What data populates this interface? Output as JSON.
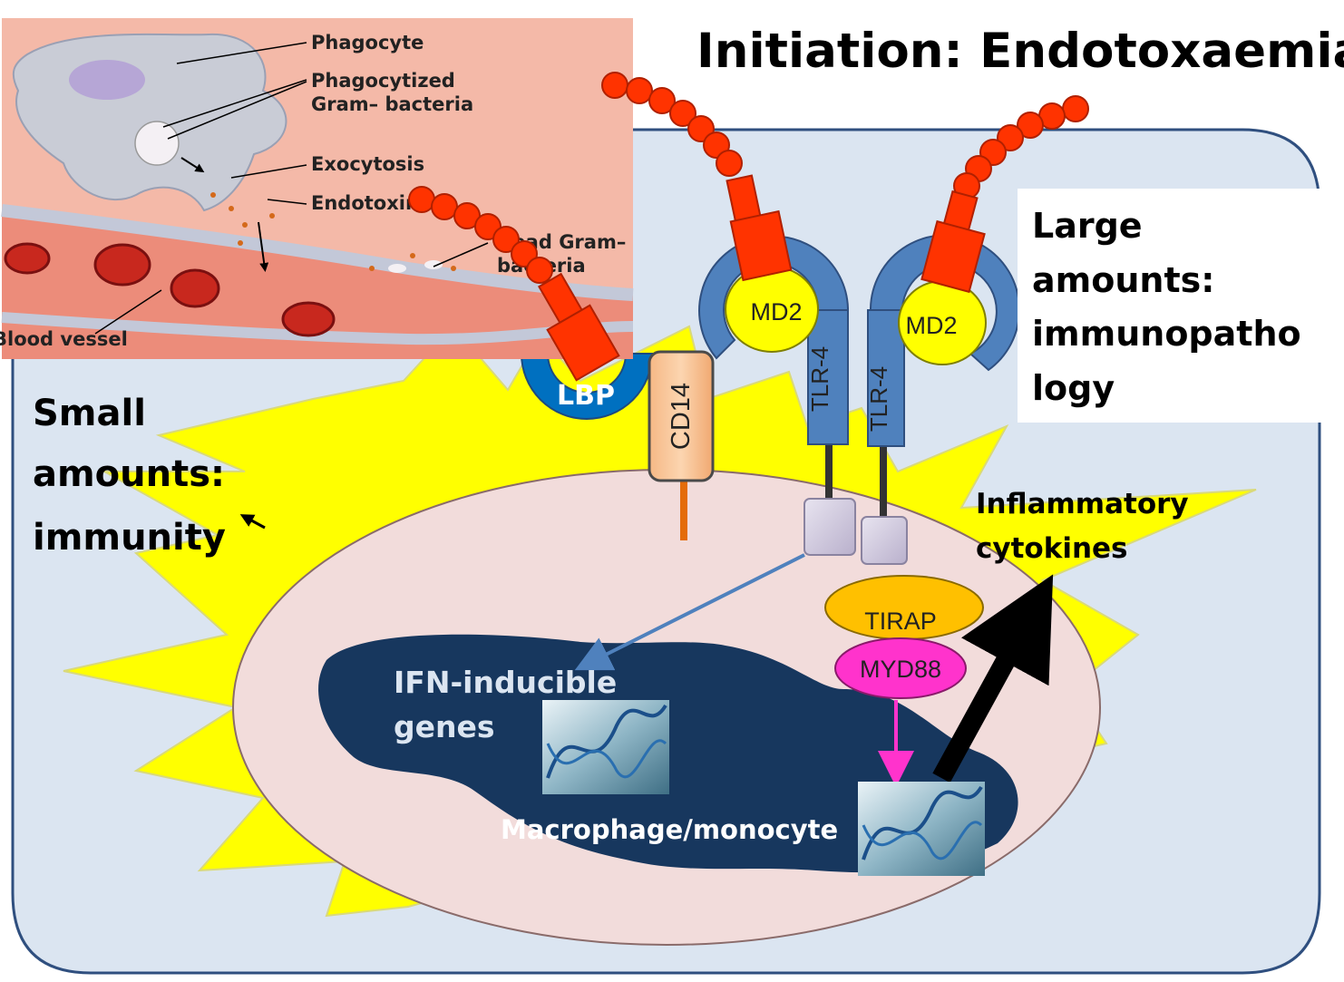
{
  "title": "Initiation: Endotoxaemia",
  "inset": {
    "phagocyte": "Phagocyte",
    "phagocytized_line1": "Phagocytized",
    "phagocytized_line2": "Gram– bacteria",
    "exocytosis": "Exocytosis",
    "endotoxin": "Endotoxin",
    "dead_line1": "Dead Gram–",
    "dead_line2": "bacteria",
    "blood_vessel": "Blood vessel"
  },
  "small_amounts": {
    "line1": "Small",
    "line2": "amounts:",
    "line3": "immunity"
  },
  "large_amounts": {
    "line1": "Large",
    "line2": "amounts:",
    "line3": "immunopatho",
    "line4": "logy"
  },
  "receptors": {
    "lbp": "LBP",
    "cd14": "CD14",
    "md2_left": "MD2",
    "md2_right": "MD2",
    "tlr4_left": "TLR-4",
    "tlr4_right": "TLR-4",
    "tirap": "TIRAP",
    "myd88": "MYD88"
  },
  "inflammatory": {
    "line1": "Inflammatory",
    "line2": "cytokines"
  },
  "ifn": {
    "line1": "IFN-inducible",
    "line2": "genes"
  },
  "cell_label": "Macrophage/monocyte",
  "colors": {
    "background_panel": "#dbe5f1",
    "panel_border": "#2f4f7f",
    "burst": "#ffff00",
    "cell": "#f2dcdb",
    "nucleus": "#17375e",
    "lps_chain": "#ff3300",
    "receptor_blue": "#4f81bd",
    "md2": "#ffff00",
    "cd14": "#fac090",
    "tirap": "#ffc000",
    "myd88": "#ff33cc",
    "inset_bg": "#f4b9a8"
  }
}
